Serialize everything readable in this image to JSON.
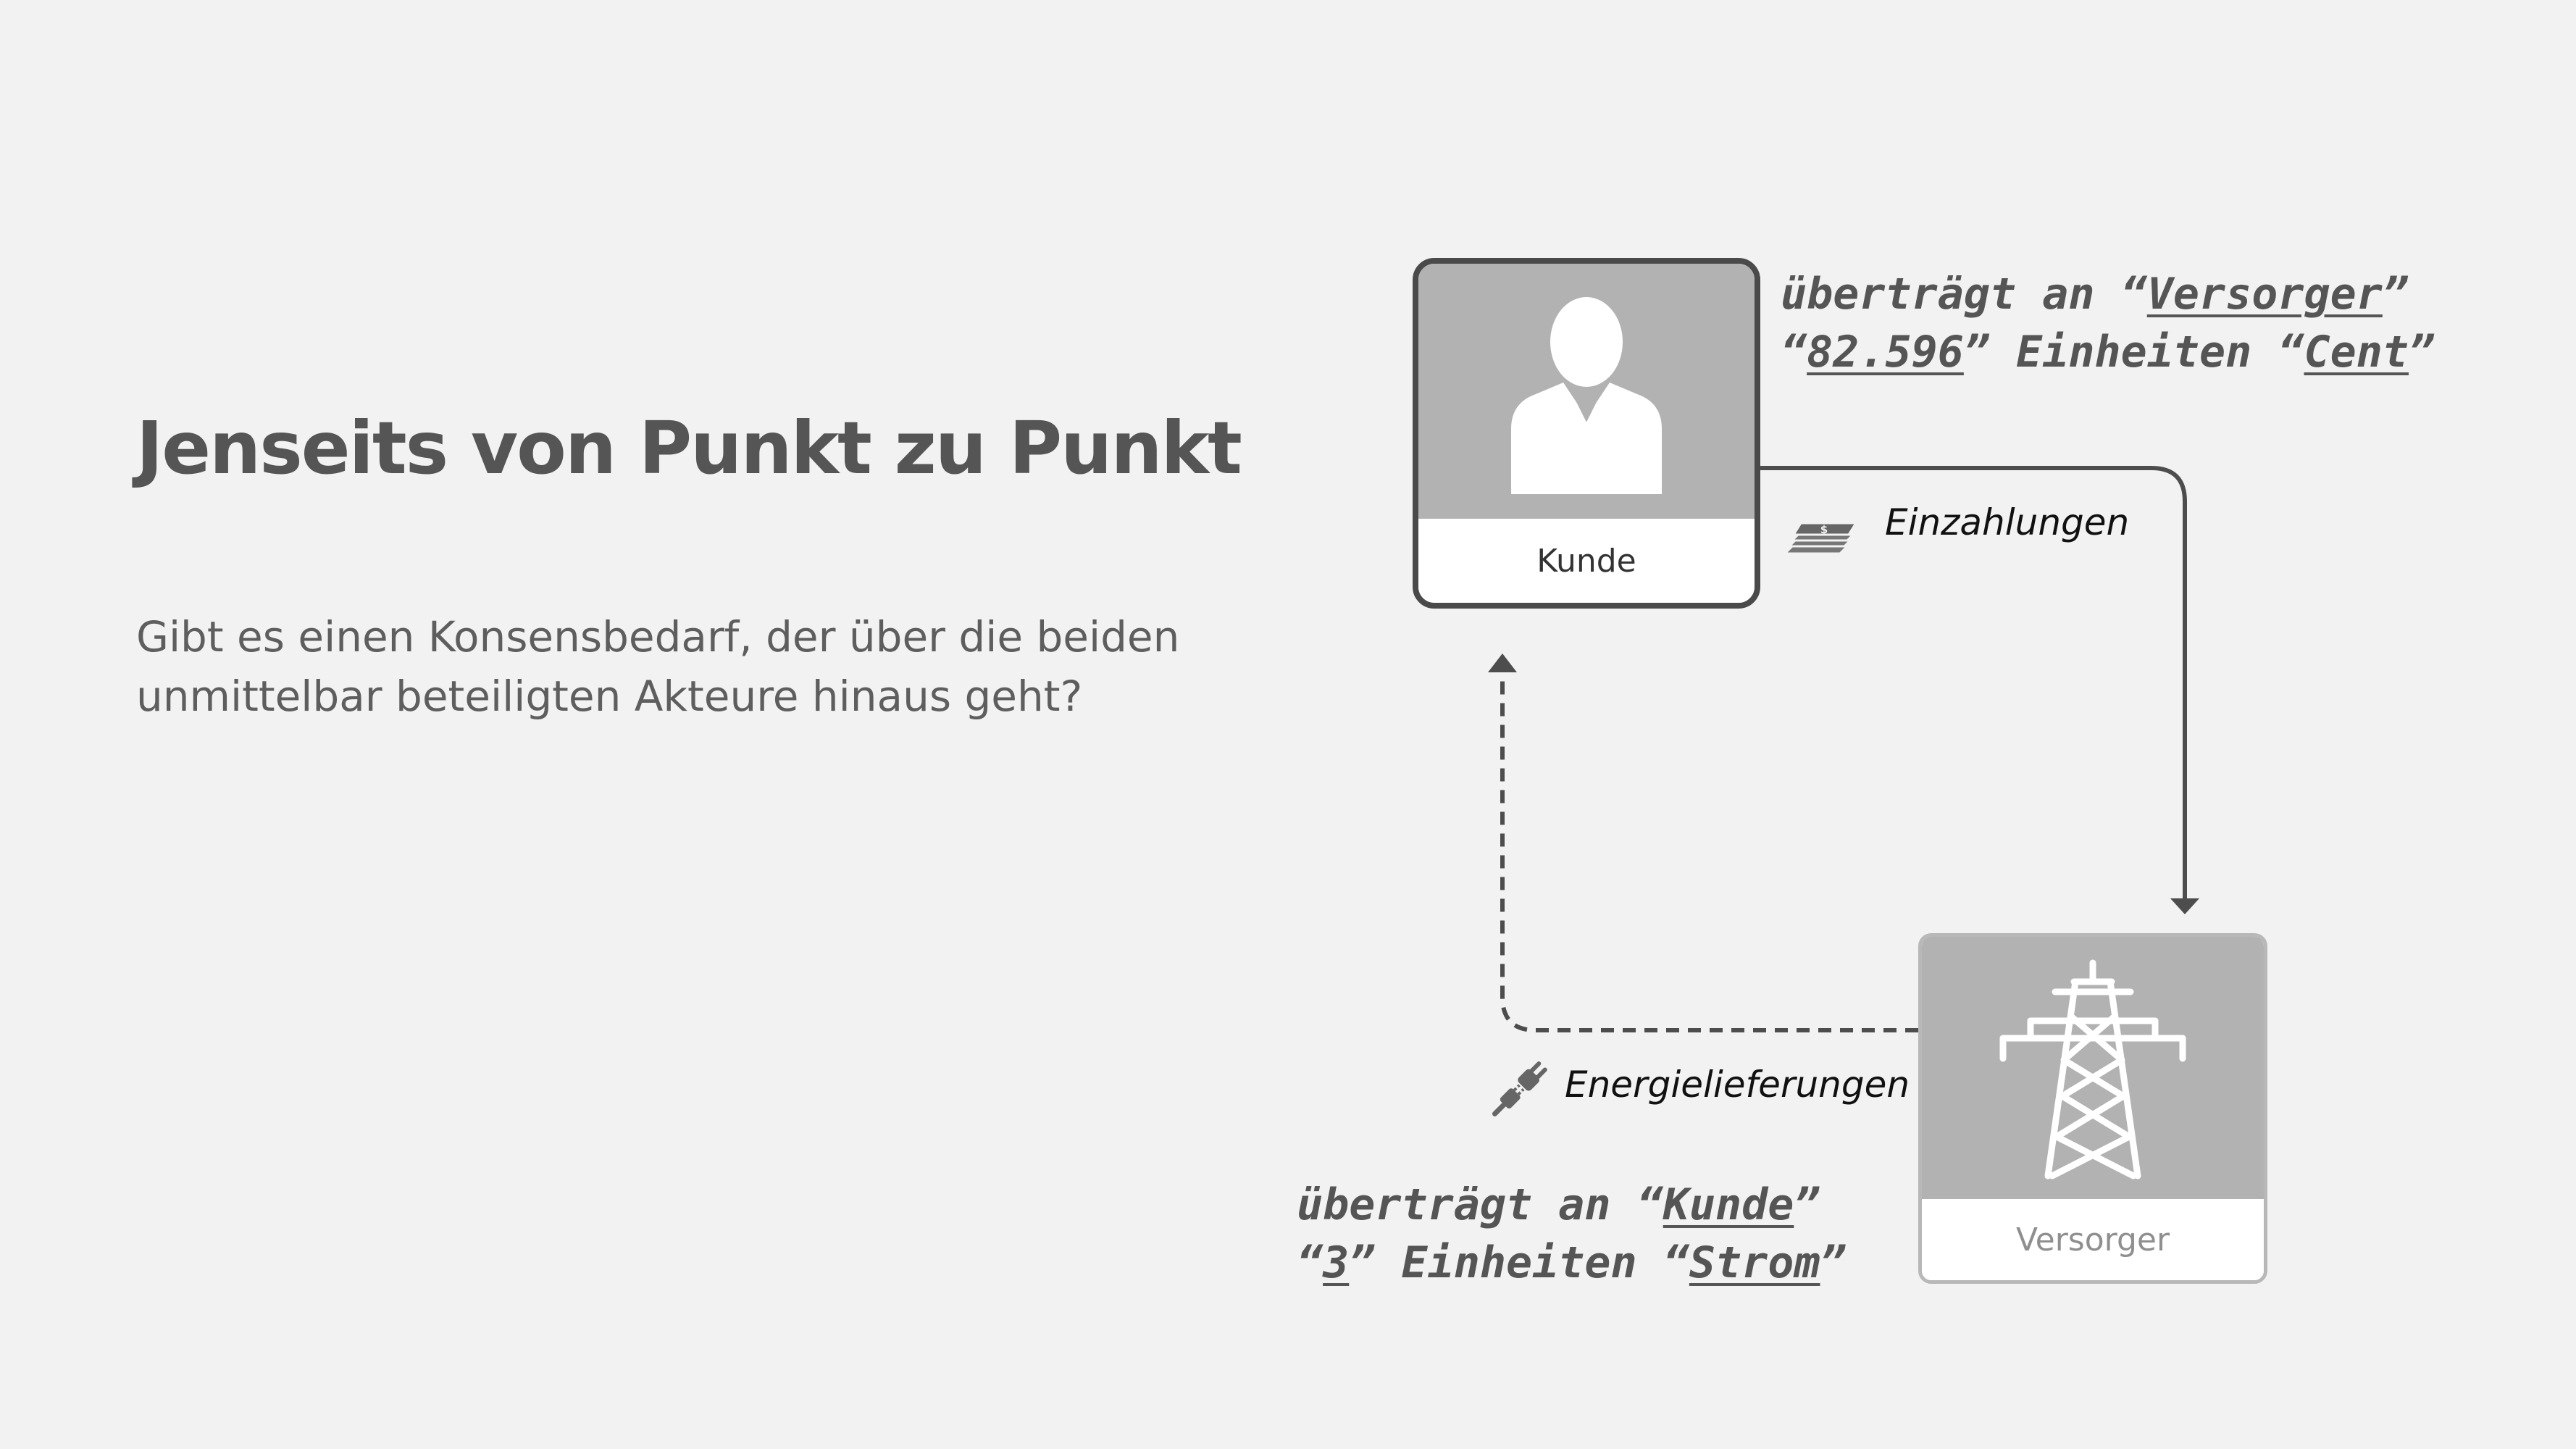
{
  "slide": {
    "title": "Jenseits von Punkt zu Punkt",
    "question_lines": [
      "Gibt es einen Konsensbedarf, der über die beiden",
      "unmittelbar beteiligten Akteure hinaus geht?"
    ]
  },
  "nodes": {
    "kunde": {
      "label": "Kunde",
      "icon": "person-icon"
    },
    "versorger": {
      "label": "Versorger",
      "icon": "power-tower-icon"
    }
  },
  "edges": {
    "payment": {
      "label": "Einzahlungen",
      "icon": "money-stack-icon",
      "statement": {
        "verb": "überträgt an",
        "recipient": "Versorger",
        "amount": "82.596",
        "unit_word": "Einheiten",
        "unit": "Cent"
      }
    },
    "energy": {
      "label": "Energielieferungen",
      "icon": "plug-icon",
      "statement": {
        "verb": "überträgt an",
        "recipient": "Kunde",
        "amount": "3",
        "unit_word": "Einheiten",
        "unit": "Strom"
      }
    }
  },
  "colors": {
    "background": "#f2f2f2",
    "text": "#555555",
    "node_fill": "#b2b2b2",
    "kunde_border": "#4a4a4a",
    "versorger_border": "#b8b8b8",
    "connector": "#4d4d4d"
  }
}
